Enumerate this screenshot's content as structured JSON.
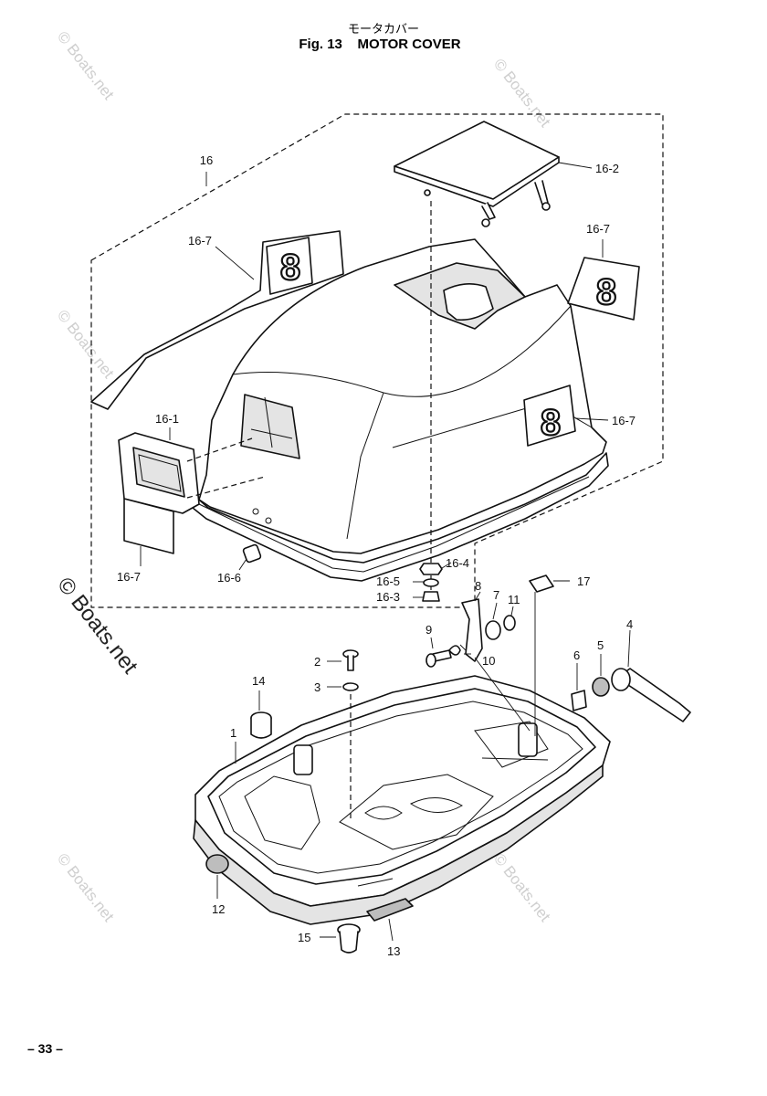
{
  "header": {
    "japanese_title": "モータカバー",
    "figure_title": "Fig. 13    MOTOR COVER"
  },
  "page": {
    "number": "– 33 –"
  },
  "watermark": {
    "text": "© Boats.net"
  },
  "decal_number": "8",
  "callouts": {
    "c16": "16",
    "c16_1": "16-1",
    "c16_2": "16-2",
    "c16_3": "16-3",
    "c16_4": "16-4",
    "c16_5": "16-5",
    "c16_6": "16-6",
    "c16_7a": "16-7",
    "c16_7b": "16-7",
    "c16_7c": "16-7",
    "c16_7d": "16-7",
    "c1": "1",
    "c2": "2",
    "c3": "3",
    "c4": "4",
    "c5": "5",
    "c6": "6",
    "c7": "7",
    "c8": "8",
    "c9": "9",
    "c10": "10",
    "c11": "11",
    "c12": "12",
    "c13": "13",
    "c14": "14",
    "c15": "15",
    "c17": "17"
  }
}
